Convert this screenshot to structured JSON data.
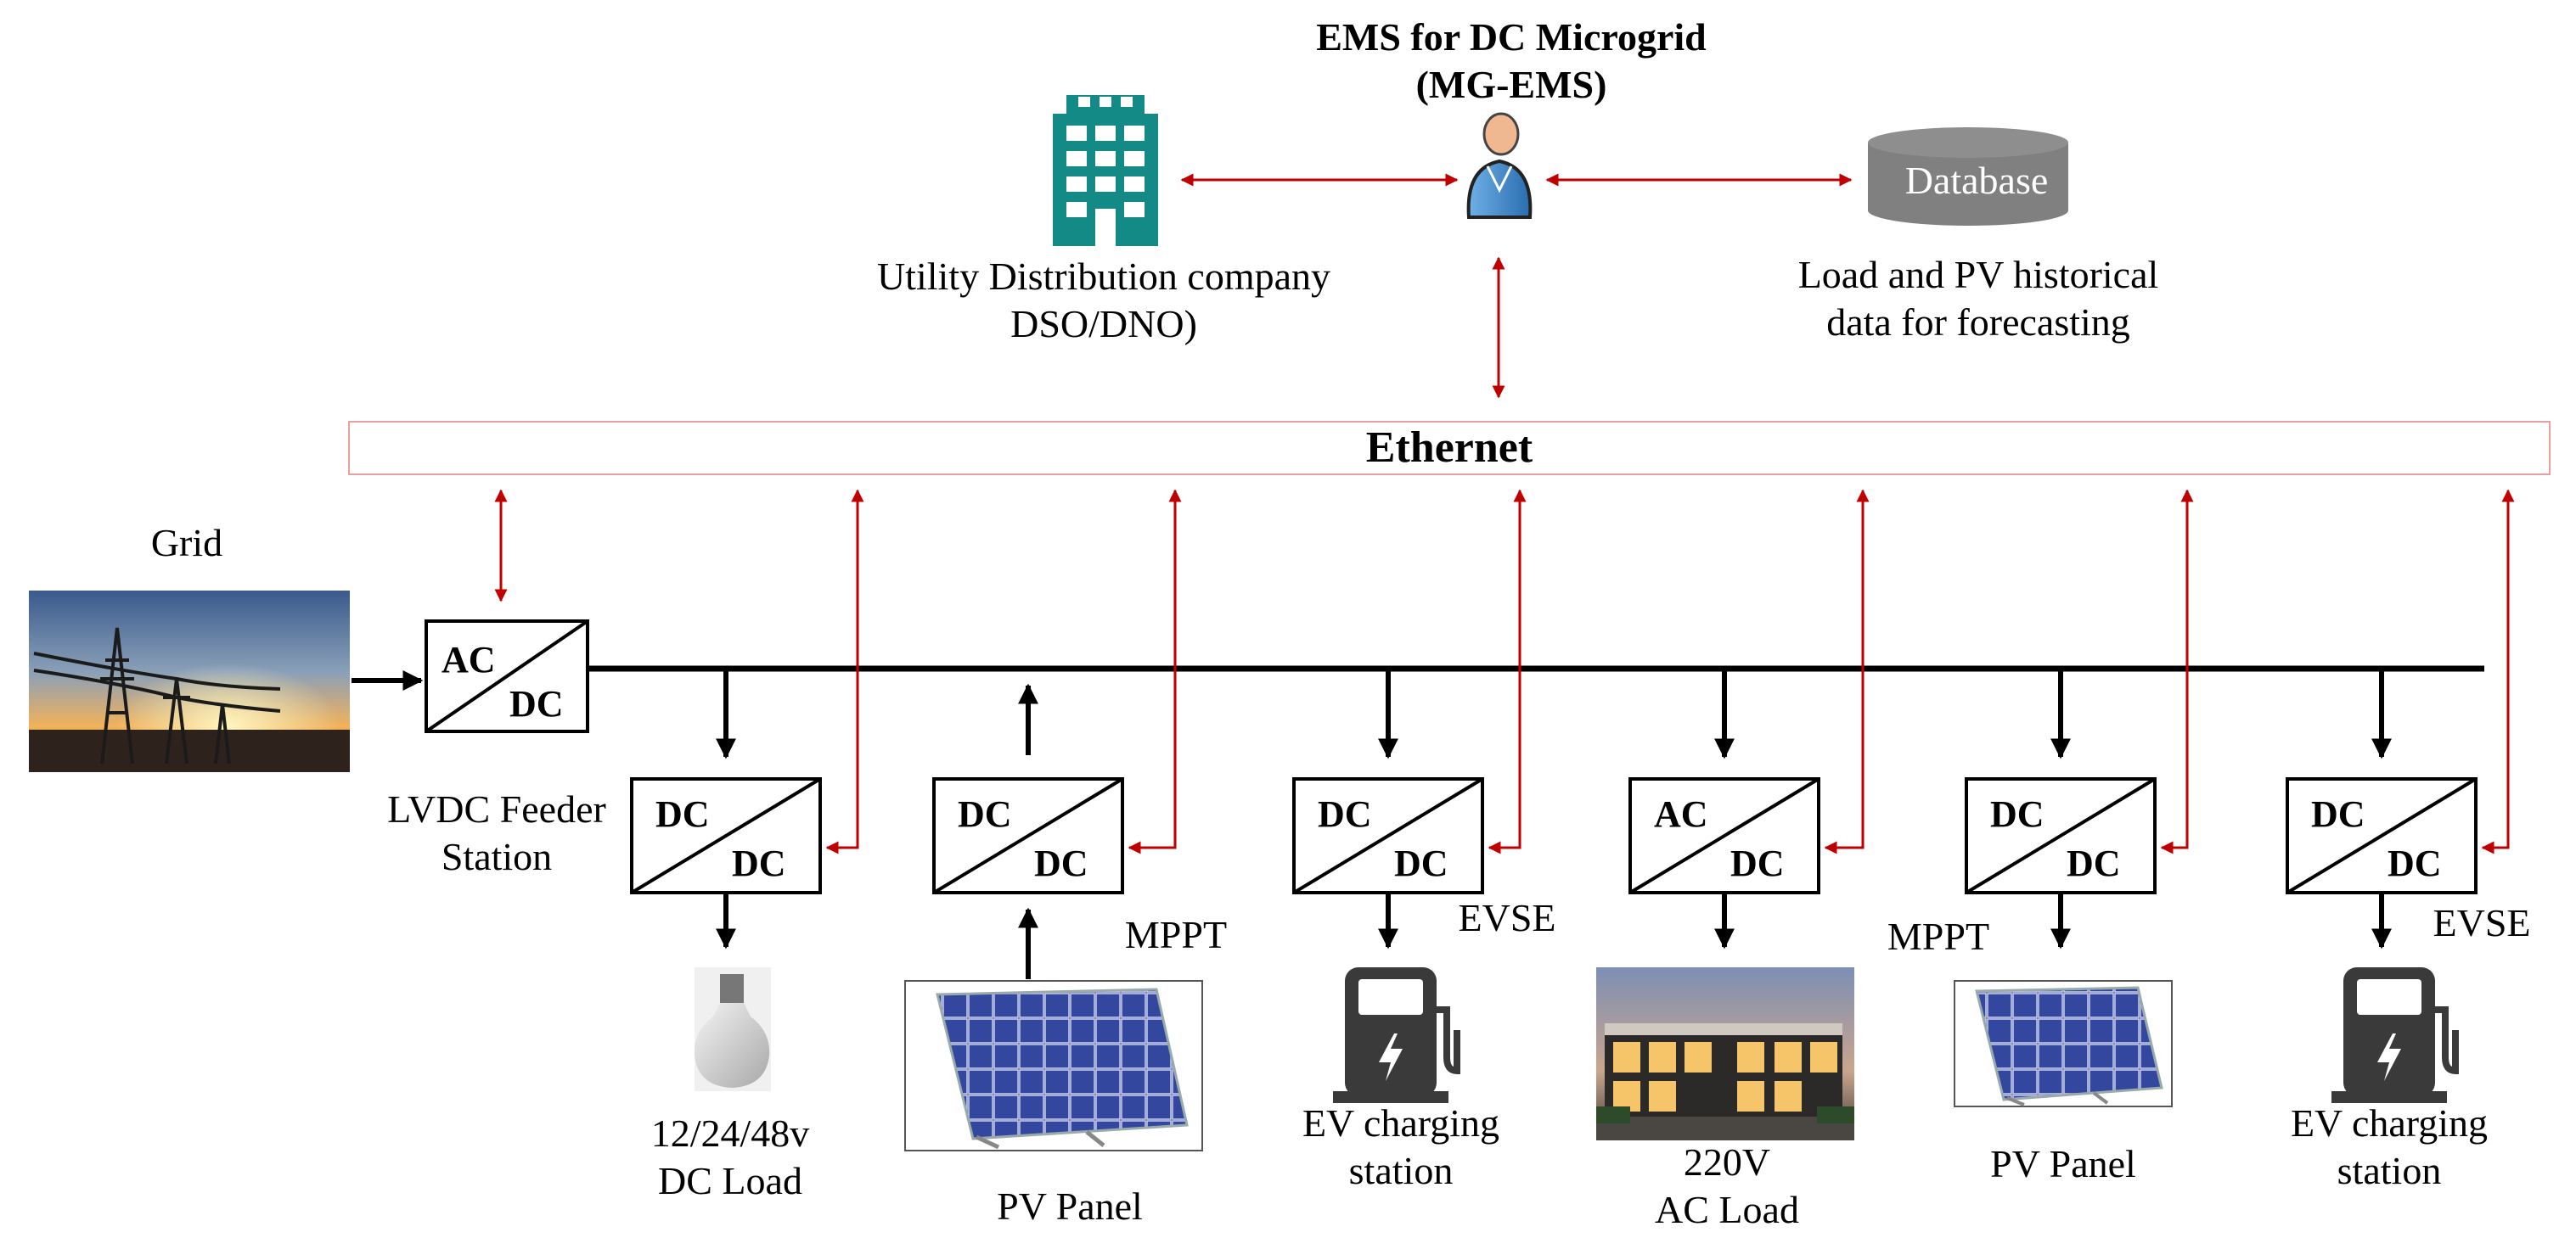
{
  "colors": {
    "comm_link": "#c00000",
    "bus": "#000000",
    "building": "#138a86",
    "database": "#808080",
    "ethernet_border": "#e8a0a0"
  },
  "header": {
    "title_line1": "EMS for DC Microgrid",
    "title_line2": "(MG-EMS)"
  },
  "utility": {
    "line1": "Utility Distribution company",
    "line2": "DSO/DNO)"
  },
  "database": {
    "label": "Database",
    "desc_line1": "Load and PV historical",
    "desc_line2": "data for forecasting"
  },
  "ethernet": {
    "label": "Ethernet"
  },
  "grid": {
    "label": "Grid"
  },
  "feeder": {
    "top": "AC",
    "bottom": "DC",
    "label_line1": "LVDC Feeder",
    "label_line2": "Station"
  },
  "units": [
    {
      "top": "DC",
      "bottom": "DC",
      "side_label": "",
      "load_line1": "12/24/48v",
      "load_line2": "DC Load",
      "icon": "light-bulb-icon"
    },
    {
      "top": "DC",
      "bottom": "DC",
      "side_label": "MPPT",
      "load_line1": "PV Panel",
      "load_line2": "",
      "icon": "solar-panel-icon"
    },
    {
      "top": "DC",
      "bottom": "DC",
      "side_label": "EVSE",
      "load_line1": "EV charging",
      "load_line2": "station",
      "icon": "ev-charger-icon"
    },
    {
      "top": "AC",
      "bottom": "DC",
      "side_label": "",
      "load_line1": "220V",
      "load_line2": "AC Load",
      "icon": "building-photo"
    },
    {
      "top": "DC",
      "bottom": "DC",
      "side_label": "MPPT",
      "load_line1": "PV Panel",
      "load_line2": "",
      "icon": "solar-panel-icon"
    },
    {
      "top": "DC",
      "bottom": "DC",
      "side_label": "EVSE",
      "load_line1": "EV charging",
      "load_line2": "station",
      "icon": "ev-charger-icon"
    }
  ]
}
